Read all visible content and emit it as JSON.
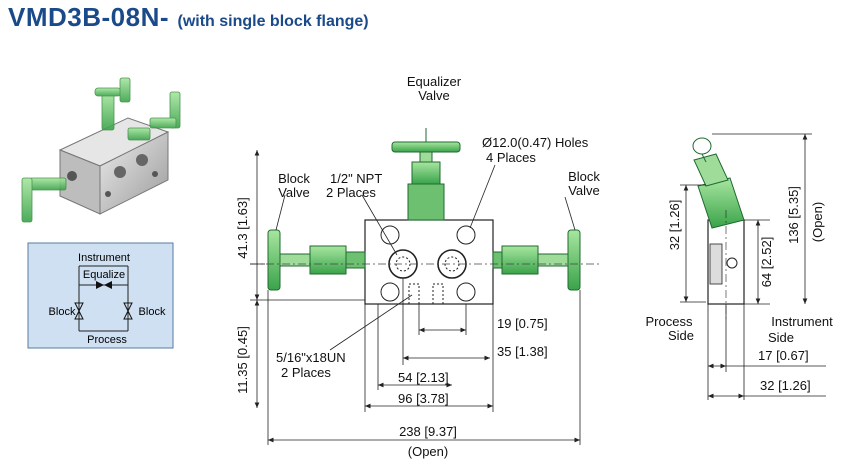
{
  "header": {
    "model": "VMD3B-08N-",
    "subtitle": "(with single block flange)"
  },
  "schematic": {
    "instrument": "Instrument",
    "equalize": "Equalize",
    "block_left": "Block",
    "block_right": "Block",
    "process": "Process"
  },
  "front_view": {
    "equalizer_line1": "Equalizer",
    "equalizer_line2": "Valve",
    "holes_line1": "Ø12.0(0.47) Holes",
    "holes_line2": "4 Places",
    "block_left_line1": "Block",
    "block_left_line2": "Valve",
    "block_right_line1": "Block",
    "block_right_line2": "Valve",
    "npt_line1": "1/2\" NPT",
    "npt_line2": "2 Places",
    "unf_line1": "5/16\"x18UN",
    "unf_line2": "2 Places",
    "dim_41": "41.3 [1.63]",
    "dim_11": "11.35 [0.45]",
    "dim_19": "19 [0.75]",
    "dim_35": "35 [1.38]",
    "dim_54": "54 [2.13]",
    "dim_96": "96 [3.78]",
    "dim_238": "238 [9.37]",
    "open": "(Open)"
  },
  "side_view": {
    "dim_32v": "32 [1.26]",
    "dim_64": "64 [2.52]",
    "dim_136": "136 [5.35]",
    "open": "(Open)",
    "process_line1": "Process",
    "process_line2": "Side",
    "instrument_line1": "Instrument",
    "instrument_line2": "Side",
    "dim_17": "17 [0.67]",
    "dim_32h": "32 [1.26]"
  },
  "colors": {
    "title": "#1a4a8a",
    "valve_green": "#2e9a4e",
    "valve_light": "#8fd58f",
    "schematic_bg": "#cfe0f2",
    "block_grey": "#c8c8c8"
  }
}
